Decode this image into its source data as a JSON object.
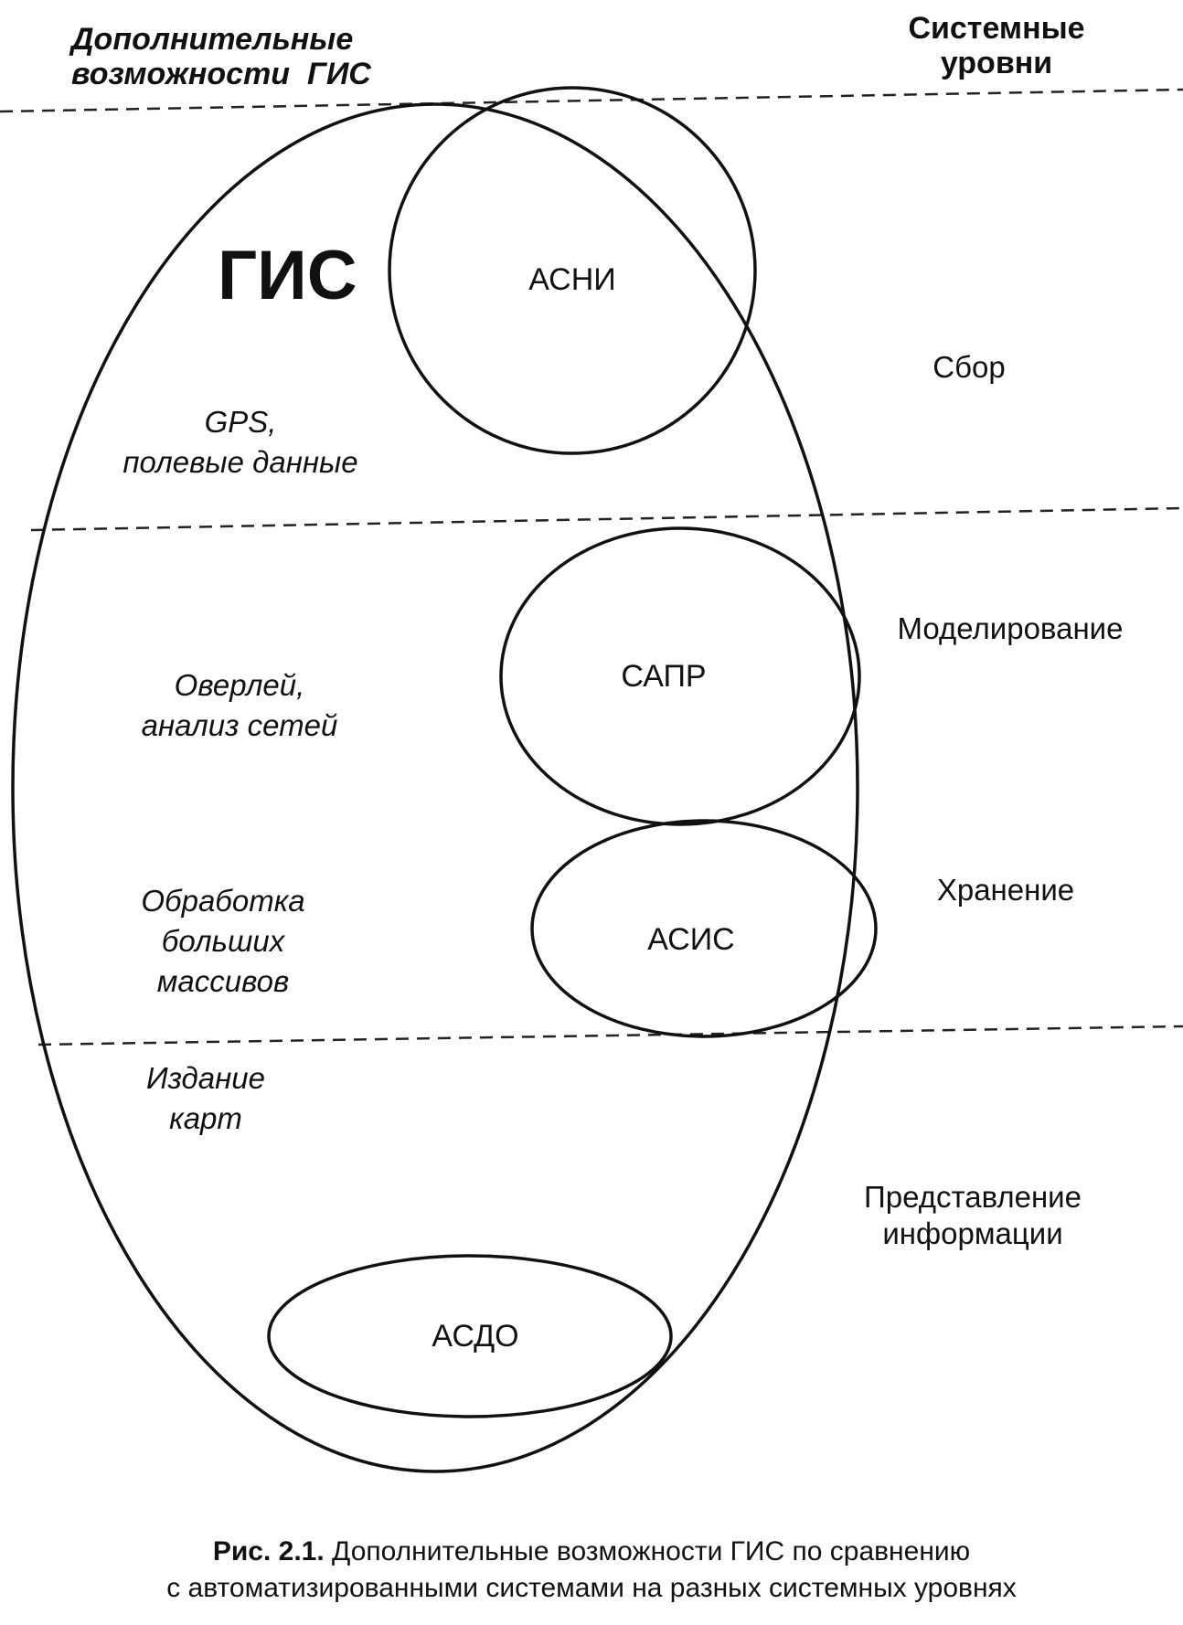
{
  "header": {
    "left_line1": "Дополнительные",
    "left_line2": "возможности  ГИС",
    "right_line1": "Системные",
    "right_line2": "уровни"
  },
  "gis_label": "ГИС",
  "systems": {
    "asni": "АСНИ",
    "sapr": "САПР",
    "asis": "АСИС",
    "asdo": "АСДО"
  },
  "features": {
    "gps_line1": "GPS,",
    "gps_line2": "полевые данные",
    "overlay_line1": "Оверлей,",
    "overlay_line2": "анализ сетей",
    "processing_line1": "Обработка",
    "processing_line2": "больших",
    "processing_line3": "массивов",
    "maps_line1": "Издание",
    "maps_line2": "карт"
  },
  "levels": {
    "collection": "Сбор",
    "modeling": "Моделирование",
    "storage": "Хранение",
    "presentation_line1": "Представление",
    "presentation_line2": "информации"
  },
  "caption": {
    "label": "Рис. 2.1.",
    "line1_text": " Дополнительные возможности ГИС по сравнению",
    "line2": "с автоматизированными системами на разных системных уровнях"
  }
}
